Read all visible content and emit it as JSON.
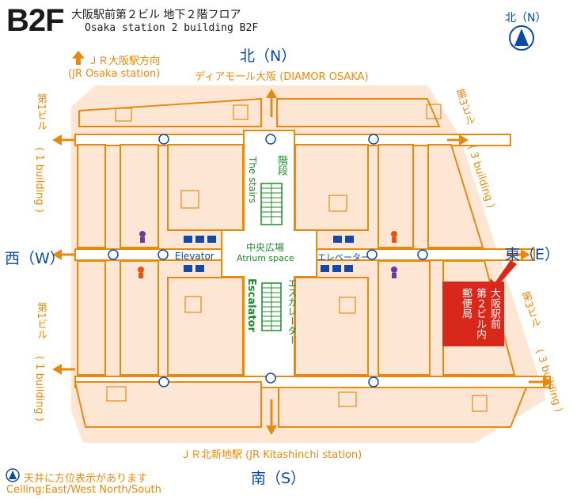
{
  "header": {
    "floor": "B2F",
    "title_jp": "大阪駅前第２ビル 地下２階フロア",
    "title_en": "Osaka station 2 building B2F"
  },
  "compass": {
    "label": "北（N）"
  },
  "directions": {
    "north": "北（N）",
    "south": "南（S）",
    "west": "西（W）",
    "east": "東（E）"
  },
  "exits": {
    "jr_osaka_jp": "ＪＲ大阪駅方向",
    "jr_osaka_en": "(JR Osaka station)",
    "diamor": "ディアモール大阪 (DIAMOR OSAKA)",
    "kitashinchi": "ＪＲ北新地駅 (JR Kitashinchi station)",
    "building1_top_jp": "第1ビル",
    "building1_top_en": "( 1 building )",
    "building1_bottom_jp": "第1ビル",
    "building1_bottom_en": "( 1 building )",
    "building3_top_jp": "第3ビル",
    "building3_top_en": "( 3 building )",
    "building3_bottom_jp": "第3ビル",
    "building3_bottom_en": "( 3 building )"
  },
  "center": {
    "stairs_jp": "階段",
    "stairs_en": "The stairs",
    "atrium_jp": "中央広場",
    "atrium_en": "Atrium space",
    "elevator_en": "Elevator",
    "elevator_jp": "エレベーター",
    "escalator_en": "Escalator",
    "escalator_jp": "エスカレーター"
  },
  "post_office": {
    "col1": "郵便局",
    "col2": "第２ビル内",
    "col3": "大阪駅前"
  },
  "legend": {
    "jp": "天井に方位表示があります",
    "en": "Ceiling:East/West North/South"
  },
  "colors": {
    "orange": "#e8890f",
    "floor_fill": "#fde7d4",
    "blue": "#0a4aa0",
    "green": "#1f8a2a",
    "red": "#d8281b",
    "elevator": "#1748a5"
  },
  "icons": [
    "compass-icon",
    "arrow-icon",
    "elevator-icon",
    "restroom-icon",
    "stairs-icon",
    "ceiling-compass-icon"
  ]
}
